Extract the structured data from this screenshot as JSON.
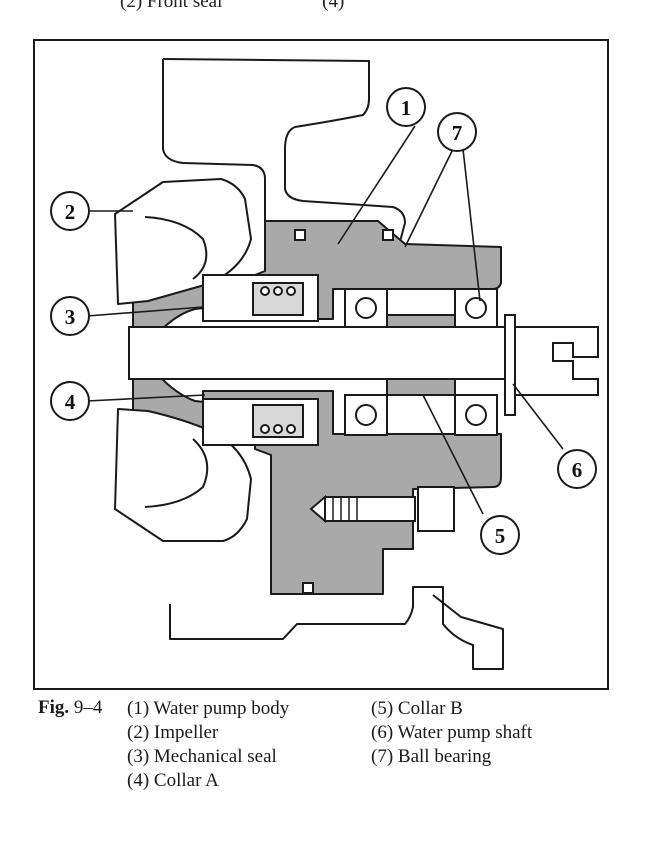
{
  "header_fragment": {
    "left": "(2) Front seal",
    "right": "(4)"
  },
  "figure": {
    "label": "Fig.",
    "number": "9–4"
  },
  "callouts": [
    {
      "number": "1",
      "text": "Water pump body"
    },
    {
      "number": "2",
      "text": "Impeller"
    },
    {
      "number": "3",
      "text": "Mechanical seal"
    },
    {
      "number": "4",
      "text": "Collar A"
    },
    {
      "number": "5",
      "text": "Collar B"
    },
    {
      "number": "6",
      "text": "Water pump shaft"
    },
    {
      "number": "7",
      "text": "Ball bearing"
    }
  ],
  "caption_items": {
    "left": [
      "(1) Water pump body",
      "(2) Impeller",
      "(3) Mechanical seal",
      "(4) Collar A"
    ],
    "right": [
      "(5) Collar B",
      "(6) Water pump shaft",
      "(7) Ball bearing"
    ]
  },
  "colors": {
    "line": "#1a1a1a",
    "section_fill": "#a9a9a9",
    "paper": "#ffffff"
  }
}
